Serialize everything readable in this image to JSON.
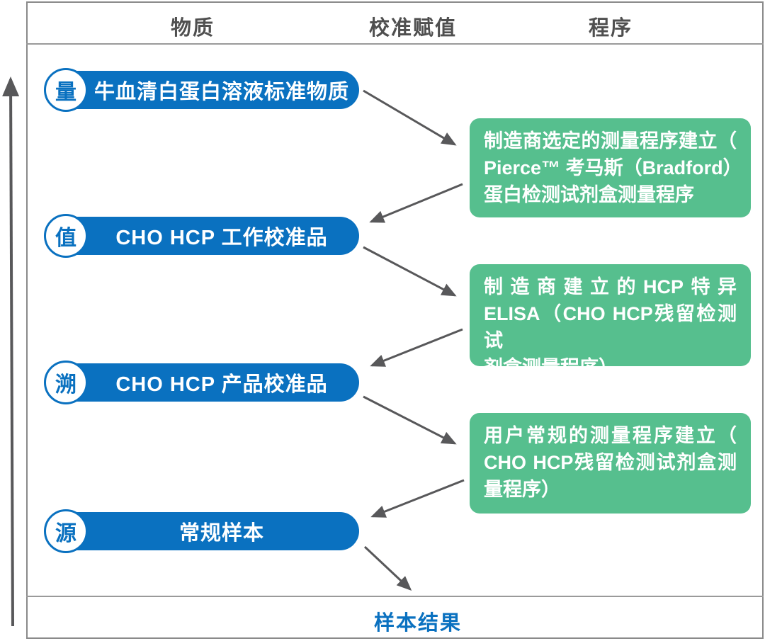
{
  "header": {
    "columns": [
      "物质",
      "校准赋值",
      "程序"
    ]
  },
  "materials": [
    {
      "badge": "量",
      "label": "牛血清白蛋白溶液标准物质"
    },
    {
      "badge": "值",
      "label": "CHO HCP 工作校准品"
    },
    {
      "badge": "溯",
      "label": "CHO HCP 产品校准品"
    },
    {
      "badge": "源",
      "label": "常规样本"
    }
  ],
  "procedures": [
    {
      "lines": [
        "制造商选定的测量程序建立（",
        "Pierce™ 考马斯（Bradford）",
        "蛋白检测试剂盒测量程序"
      ]
    },
    {
      "lines": [
        "制造商建立的HCP特异",
        "ELISA（CHO HCP残留检测试",
        "剂盒测量程序）"
      ]
    },
    {
      "lines": [
        "用户常规的测量程序建立（",
        "CHO HCP残留检测试剂盒测",
        "量程序）"
      ]
    }
  ],
  "footer": {
    "label": "样本结果"
  },
  "colors": {
    "blue": "#0a71c0",
    "green": "#56bf8e",
    "arrow": "#58585a",
    "border": "#8a8a8a",
    "header_text": "#4f4f4f",
    "line": "#9a9a9a"
  }
}
